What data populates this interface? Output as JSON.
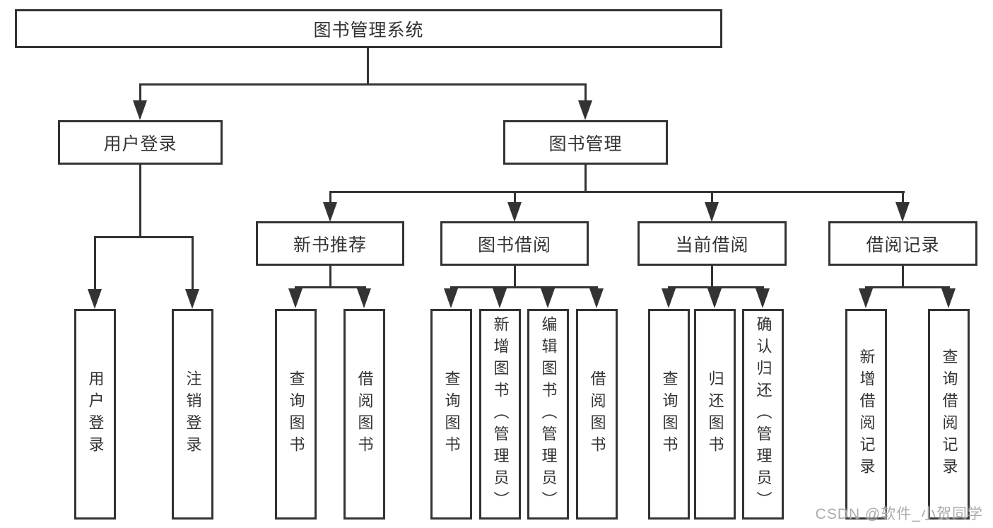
{
  "diagram": {
    "root": {
      "label": "图书管理系统"
    },
    "branches": [
      {
        "label": "用户登录",
        "children": [
          {
            "label": "用户登录"
          },
          {
            "label": "注销登录"
          }
        ]
      },
      {
        "label": "图书管理",
        "children": [
          {
            "label": "新书推荐",
            "children": [
              {
                "label": "查询图书"
              },
              {
                "label": "借阅图书"
              }
            ]
          },
          {
            "label": "图书借阅",
            "children": [
              {
                "label": "查询图书"
              },
              {
                "label": "新增图书（管理员）"
              },
              {
                "label": "编辑图书（管理员）"
              },
              {
                "label": "借阅图书"
              }
            ]
          },
          {
            "label": "当前借阅",
            "children": [
              {
                "label": "查询图书"
              },
              {
                "label": "归还图书"
              },
              {
                "label": "确认归还（管理员）"
              }
            ]
          },
          {
            "label": "借阅记录",
            "children": [
              {
                "label": "新增借阅记录"
              },
              {
                "label": "查询借阅记录"
              }
            ]
          }
        ]
      }
    ]
  },
  "watermark": {
    "text": "CSDN @软件_小贺同学"
  },
  "colors": {
    "line": "#333333",
    "box_border": "#333333",
    "box_fill": "#ffffff",
    "watermark": "#a5a5a5"
  }
}
